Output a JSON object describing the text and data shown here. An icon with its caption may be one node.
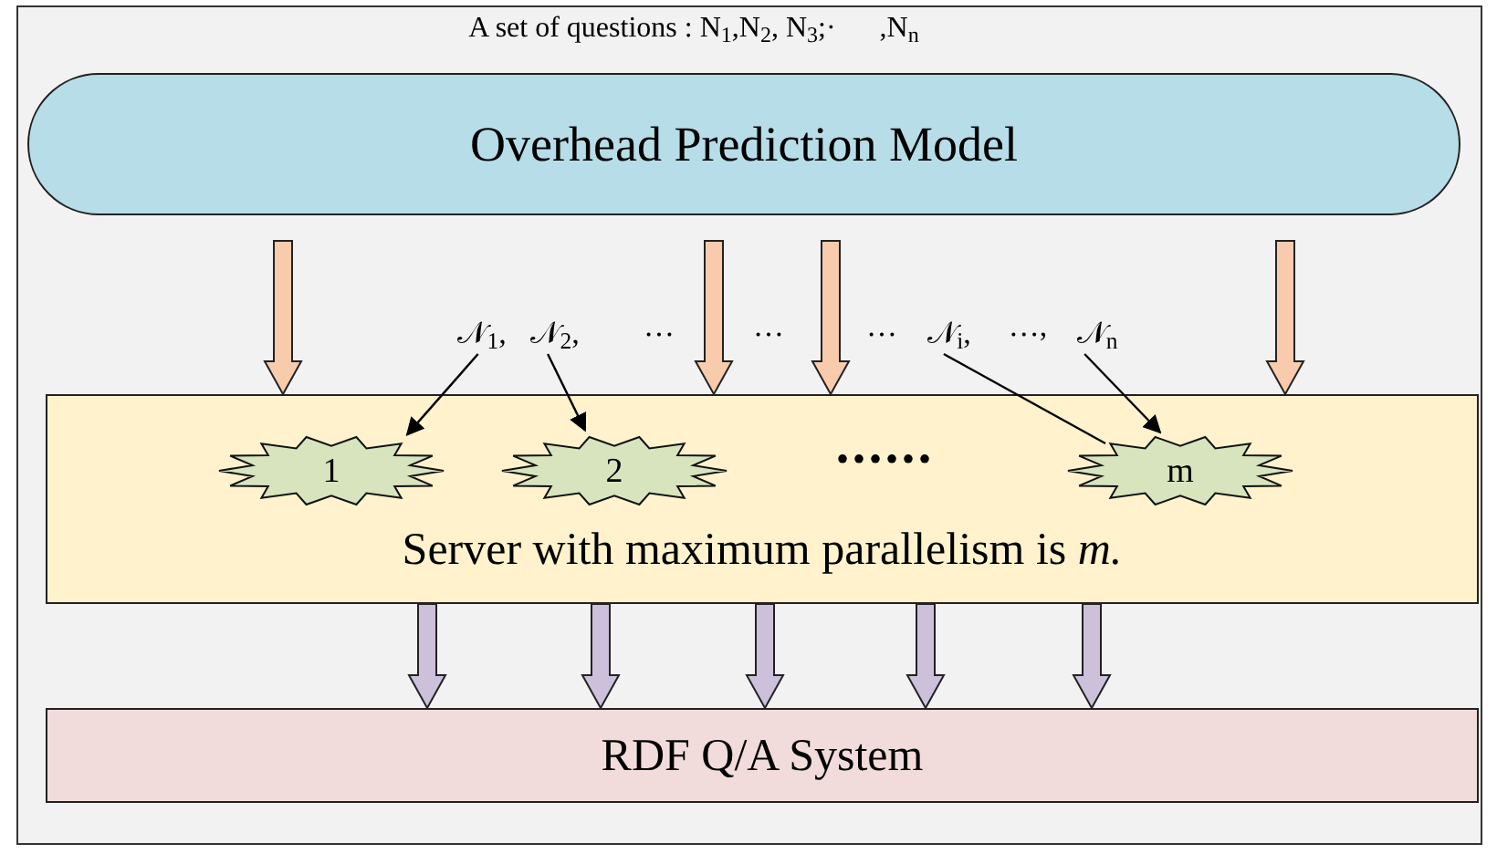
{
  "diagram": {
    "nodes": [
      {
        "text": [
          "Overhead Prediction Model"
        ]
      },
      {
        "text": [
          "𝒩$_{1}$,"
        ]
      },
      {
        "text": [
          "𝒩$_{2}$,"
        ]
      },
      {
        "text": [
          "𝒩$_{i}$,"
        ]
      },
      {
        "text": [
          "𝒩$_{n}$"
        ]
      },
      {
        "text": [
          "Server with maximum parallelism is *m.*"
        ]
      },
      {
        "text": [
          "1"
        ],
        "in": 5
      },
      {
        "text": [
          "2"
        ],
        "in": 5
      },
      {
        "text": [
          "m"
        ],
        "in": 5
      },
      {
        "text": [
          "RDF Q/A System"
        ]
      }
    ],
    "edges": [
      {
        "from": 0,
        "to": 5,
        "arrow": "to",
        "style": "thick",
        "color": "#f8cbad"
      },
      {
        "from": 0,
        "to": 5,
        "arrow": "to",
        "style": "thick",
        "color": "#f8cbad"
      },
      {
        "from": 0,
        "to": 5,
        "arrow": "to",
        "style": "thick",
        "color": "#f8cbad"
      },
      {
        "from": 0,
        "to": 5,
        "arrow": "to",
        "style": "thick",
        "color": "#f8cbad"
      },
      {
        "from": 1,
        "to": 6,
        "arrow": "to"
      },
      {
        "from": 2,
        "to": 7,
        "arrow": "to"
      },
      {
        "from": 3,
        "to": 8,
        "arrow": "none"
      },
      {
        "from": 4,
        "to": 8,
        "arrow": "to"
      },
      {
        "from": 5,
        "to": 9,
        "arrow": "to",
        "style": "thick",
        "color": "#ccc0da"
      },
      {
        "from": 5,
        "to": 9,
        "arrow": "to",
        "style": "thick",
        "color": "#ccc0da"
      },
      {
        "from": 5,
        "to": 9,
        "arrow": "to",
        "style": "thick",
        "color": "#ccc0da"
      },
      {
        "from": 5,
        "to": 9,
        "arrow": "to",
        "style": "thick",
        "color": "#ccc0da"
      },
      {
        "from": 5,
        "to": 9,
        "arrow": "to",
        "style": "thick",
        "color": "#ccc0da"
      }
    ],
    "labels": [
      "A set of questions : N$_{1}$,N$_{2}$, N$_{3}$;·      ,N$_{n}$",
      "…",
      "…",
      "…",
      "…,",
      "••••••"
    ]
  }
}
